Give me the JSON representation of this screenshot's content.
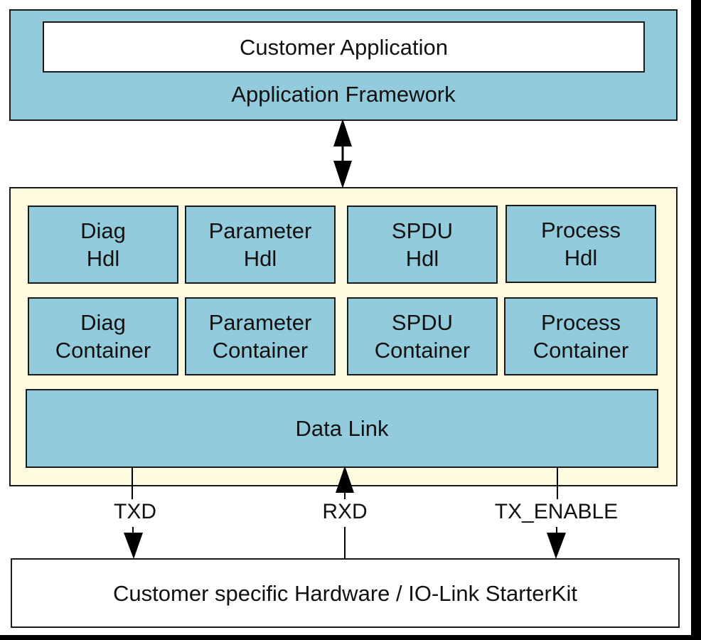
{
  "diagram": {
    "application_layer": {
      "customer_application": "Customer Application",
      "framework": "Application Framework"
    },
    "stack": {
      "modules": [
        {
          "line1": "Diag",
          "line2": "Hdl"
        },
        {
          "line1": "Parameter",
          "line2": "Hdl"
        },
        {
          "line1": "SPDU",
          "line2": "Hdl"
        },
        {
          "line1": "Process",
          "line2": "Hdl"
        },
        {
          "line1": "Diag",
          "line2": "Container"
        },
        {
          "line1": "Parameter",
          "line2": "Container"
        },
        {
          "line1": "SPDU",
          "line2": "Container"
        },
        {
          "line1": "Process",
          "line2": "Container"
        }
      ],
      "data_link": "Data Link"
    },
    "signals": {
      "txd": "TXD",
      "rxd": "RXD",
      "tx_enable": "TX_ENABLE"
    },
    "hardware": "Customer specific Hardware / IO-Link StarterKit",
    "colors": {
      "layer_blue": "#92cbdb",
      "stack_cream": "#fefbe0",
      "outline": "#1a1a1a"
    }
  }
}
